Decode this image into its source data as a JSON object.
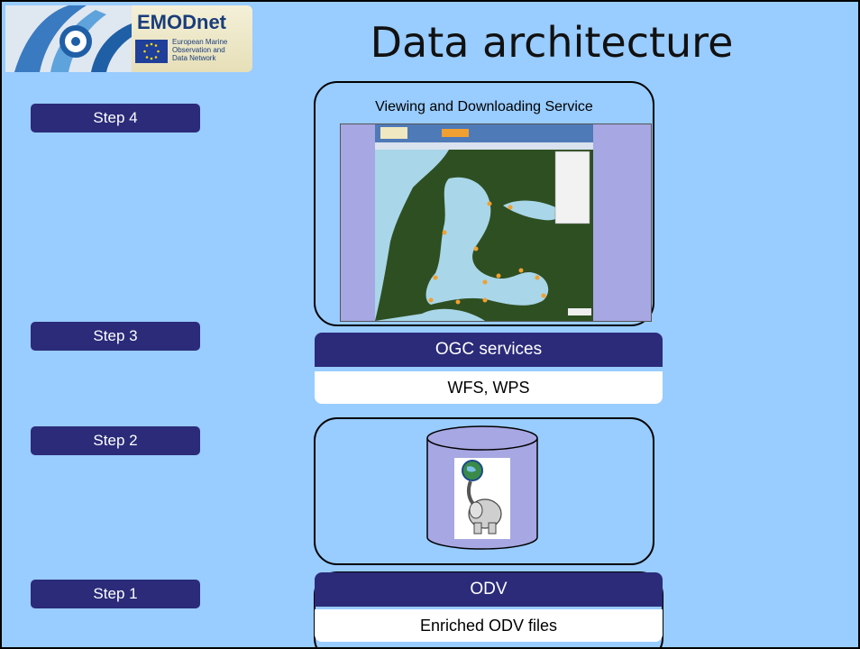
{
  "logo": {
    "name": "EMODnet",
    "subtitle": "European Marine\nObservation and\nData Network"
  },
  "title": "Data architecture",
  "steps": [
    "Step 4",
    "Step 3",
    "Step 2",
    "Step 1"
  ],
  "viewing_service": {
    "title": "Viewing and Downloading Service"
  },
  "ogc": {
    "title": "OGC services",
    "detail": "WFS, WPS"
  },
  "odv": {
    "title": "ODV",
    "detail": "Enriched ODV files"
  },
  "colors": {
    "background": "#99ccff",
    "step_fill": "#2b2b7a",
    "cylinder_fill": "#a7a7e3"
  }
}
